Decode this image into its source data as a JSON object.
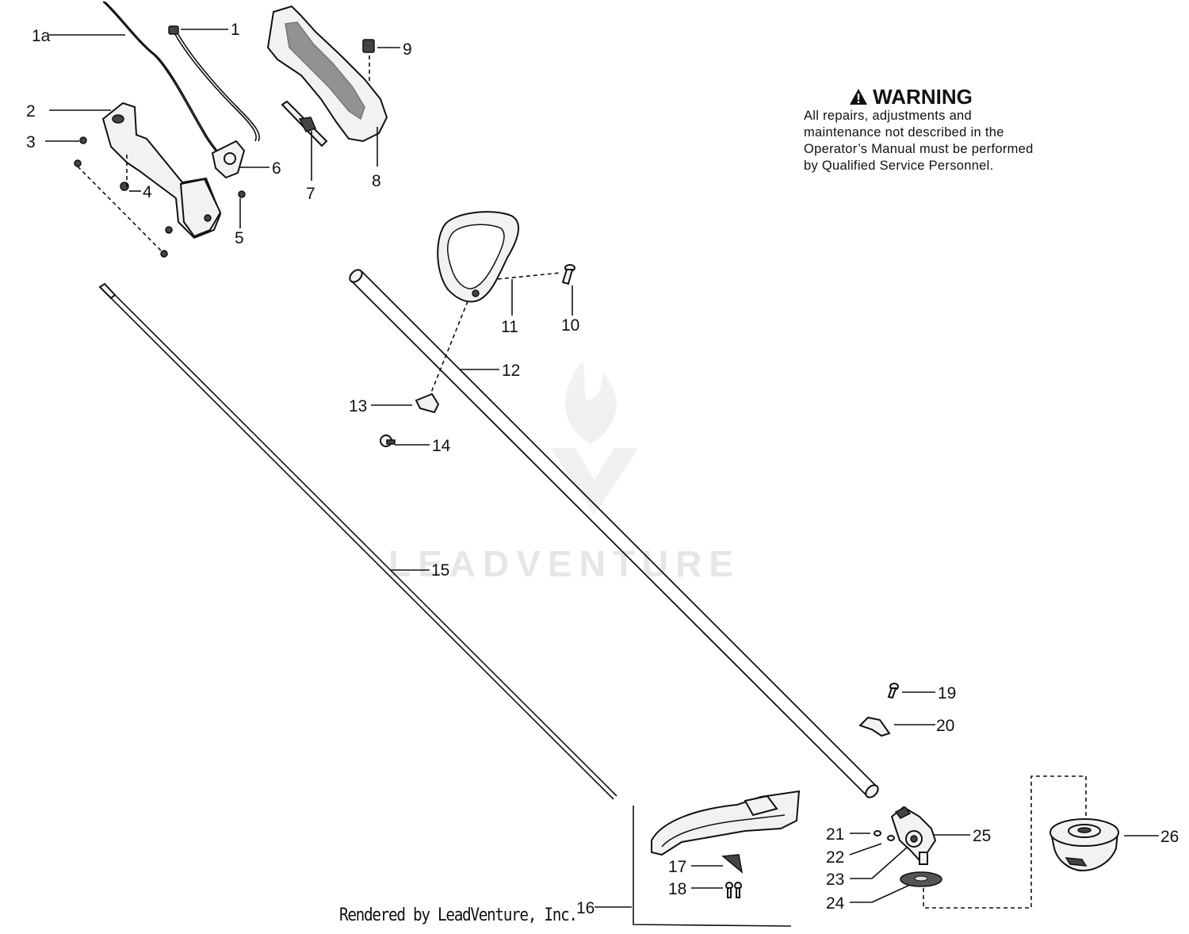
{
  "warning": {
    "title": "WARNING",
    "body": "All repairs, adjustments and maintenance not described in the Operator’s Manual must be performed by Qualified Service Personnel."
  },
  "footer": {
    "rendered_by": "Rendered by LeadVenture, Inc."
  },
  "watermark": {
    "text": "LEADVENTURE"
  },
  "labels": {
    "p1a": "1a",
    "p1": "1",
    "p2": "2",
    "p3": "3",
    "p4": "4",
    "p5": "5",
    "p6": "6",
    "p7": "7",
    "p8": "8",
    "p9": "9",
    "p10": "10",
    "p11": "11",
    "p12": "12",
    "p13": "13",
    "p14": "14",
    "p15": "15",
    "p16": "16",
    "p17": "17",
    "p18": "18",
    "p19": "19",
    "p20": "20",
    "p21": "21",
    "p22": "22",
    "p23": "23",
    "p24": "24",
    "p25": "25",
    "p26": "26"
  }
}
